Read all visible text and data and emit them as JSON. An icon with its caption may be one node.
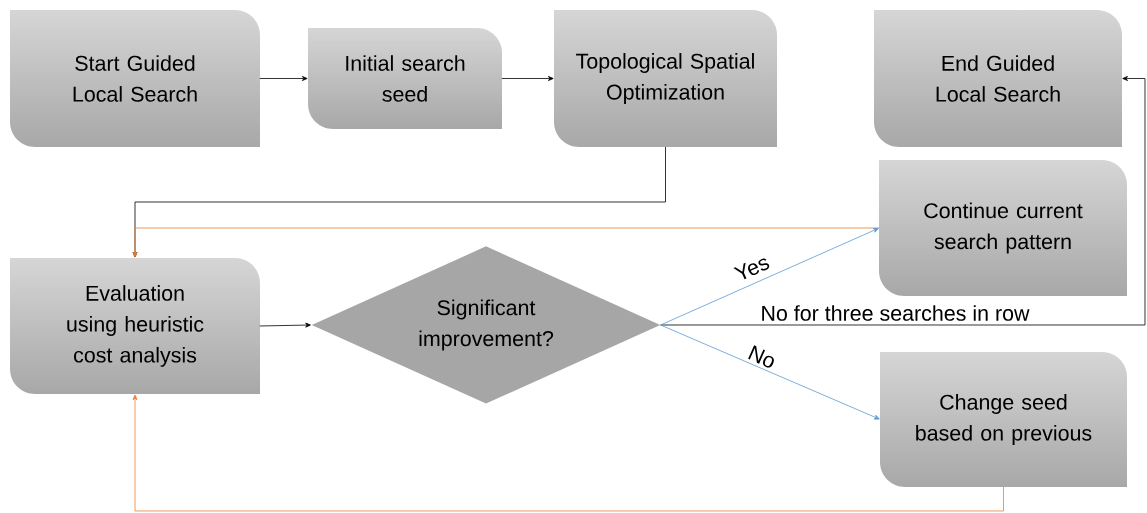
{
  "diagram": {
    "nodes": [
      {
        "text": [
          "Start Guided Local Search"
        ]
      },
      {
        "text": [
          "Initial search seed"
        ]
      },
      {
        "text": [
          "Topological Spatial Optimization"
        ]
      },
      {
        "text": [
          "End Guided Local Search"
        ]
      },
      {
        "text": [
          "Continue current search pattern"
        ]
      },
      {
        "text": [
          "Evaluation using heuristic cost analysis"
        ]
      },
      {
        "text": [
          "Significant improvement?"
        ]
      },
      {
        "text": [
          "Change seed based on previous"
        ]
      }
    ],
    "edges": [
      {
        "from": 0,
        "to": 1,
        "arrow": "to"
      },
      {
        "from": 1,
        "to": 2,
        "arrow": "to"
      },
      {
        "from": 2,
        "to": 5,
        "arrow": "to"
      },
      {
        "from": 4,
        "to": 5,
        "arrow": "to",
        "color": "#ed7d31"
      },
      {
        "from": 5,
        "to": 6,
        "arrow": "to"
      },
      {
        "from": 6,
        "to": 4,
        "arrow": "to",
        "label": "Yes",
        "color": "#5b9bd5"
      },
      {
        "from": 6,
        "to": 7,
        "arrow": "to",
        "label": "No",
        "color": "#5b9bd5"
      },
      {
        "from": 6,
        "to": 3,
        "arrow": "to",
        "label": "No for three searches in row"
      },
      {
        "from": 7,
        "to": 5,
        "arrow": "to",
        "color": "#ed7d31"
      }
    ]
  }
}
